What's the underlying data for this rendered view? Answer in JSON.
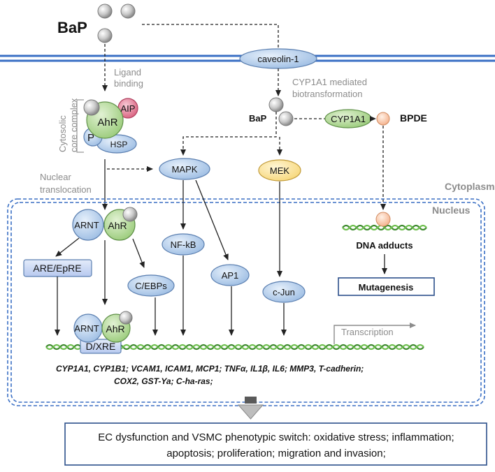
{
  "title_bap": "BaP",
  "caveolin": "caveolin-1",
  "ligand_binding": [
    "Ligand",
    "binding"
  ],
  "cyp_mediated": [
    "CYP1A1 mediated",
    "biotransformation"
  ],
  "bap_small": "BaP",
  "cyp1a1": "CYP1A1",
  "bpde": "BPDE",
  "cytosolic": [
    "Cytosolic",
    "core complex"
  ],
  "aip": "AIP",
  "ahr": "AhR",
  "p": "P",
  "hsp": "HSP",
  "nuclear_translocation": [
    "Nuclear",
    "translocation"
  ],
  "mapk": "MAPK",
  "mek": "MEK",
  "cytoplasm": "Cytoplasm",
  "nucleus": "Nucleus",
  "arnt": "ARNT",
  "ahr2": "AhR",
  "are": "ARE/EpRE",
  "cebps": "C/EBPs",
  "nfkb": "NF-kB",
  "ap1": "AP1",
  "cjun": "c-Jun",
  "dna_adducts": "DNA adducts",
  "mutagenesis": "Mutagenesis",
  "arnt3": "ARNT",
  "ahr3": "AhR",
  "dxre": "D/XRE",
  "transcription": "Transcription",
  "genes_line1": "CYP1A1, CYP1B1; VCAM1, ICAM1, MCP1; TNFα, IL1β, IL6; MMP3, T-cadherin;",
  "genes_line2": "COX2, GST-Ya; C-ha-ras;",
  "outcome_line1": "EC dysfunction and VSMC phenotypic switch: oxidative stress; inflammation;",
  "outcome_line2": "apoptosis; proliferation; migration and invasion;",
  "colors": {
    "membrane": "#3a6fc4",
    "blue_node": "#bcd3ee",
    "green_node": "#b8dca0",
    "pink": "#e98aa0",
    "yellow": "#fde9a8",
    "dna": "#3e8a2e",
    "nucleus_border": "#3a6fc4"
  }
}
